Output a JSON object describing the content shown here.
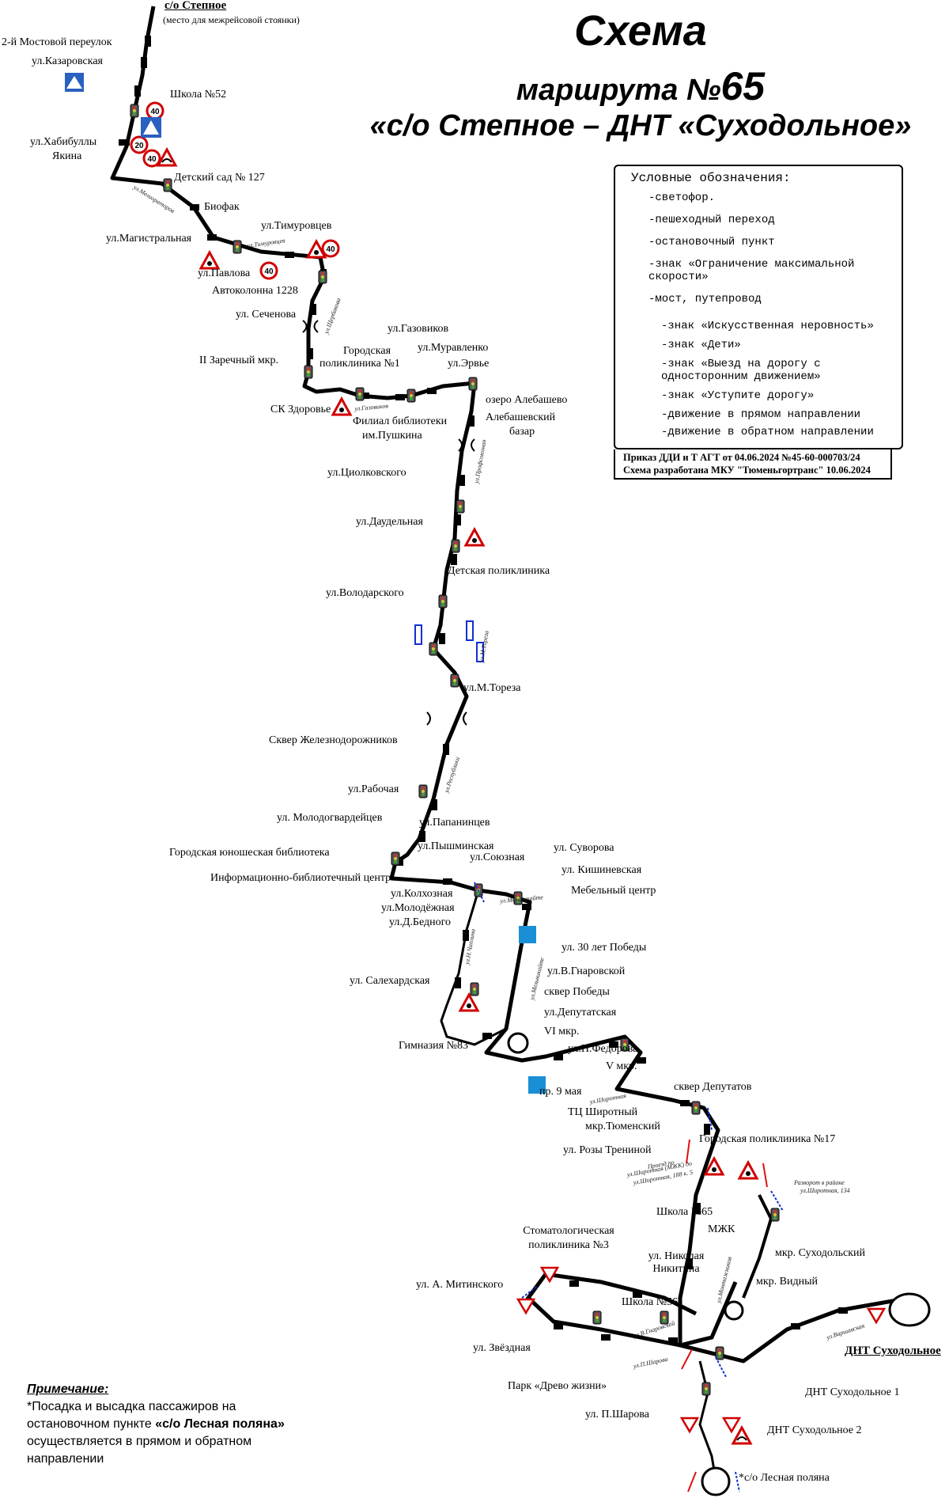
{
  "title": {
    "line1": "Схема",
    "line2_prefix": "маршрута №",
    "line2_number": "65",
    "line3": "«с/о Степное – ДНТ «Суходольное»"
  },
  "terminals": {
    "start": "с/о Степное",
    "start_note": "(место для межрейсовой стоянки)",
    "end": "ДНТ Суходольное"
  },
  "stops": [
    "2-й Мостовой переулок",
    "ул.Казаровская",
    "Школа №52",
    "ул.Хабибуллы",
    "Якина",
    "Детский сад № 127",
    "Биофак",
    "ул.Магистральная",
    "ул.Тимуровцев",
    "ул.Павлова",
    "Автоколонна 1228",
    "ул. Сеченова",
    "II Заречный мкр.",
    "Городская",
    "поликлиника №1",
    "ул.Газовиков",
    "ул.Муравленко",
    "ул.Эрвье",
    "СК Здоровье",
    "Филиал библиотеки",
    "им.Пушкина",
    "озеро Алебашево",
    "Алебашевский",
    "базар",
    "ул.Циолковского",
    "ул.Даудельная",
    "Детская поликлиника",
    "ул.Володарского",
    "ул.М.Тореза",
    "Сквер Железнодорожников",
    "ул.Рабочая",
    "ул. Молодогвардейцев",
    "ул.Папанинцев",
    "ул.Пышминская",
    "Городская юношеская библиотека",
    "Информационно-библиотечный центр",
    "ул.Союзная",
    "ул. Суворова",
    "ул. Кишиневская",
    "Мебельный центр",
    "ул.Колхозная",
    "ул.Молодёжная",
    "ул.Д.Бедного",
    "ул. 30 лет Победы",
    "ул.В.Гнаровской",
    "ул. Салехардская",
    "сквер Победы",
    "ул.Депутатская",
    "VI мкр.",
    "Гимназия №83",
    "ул.Н.Федорова",
    "V мкр.",
    "пр. 9 мая",
    "сквер Депутатов",
    "ТЦ Широтный",
    "мкр.Тюменский",
    "Городская поликлиника №17",
    "ул. Розы Трениной",
    "Школа №65",
    "МЖК",
    "мкр. Суходольский",
    "мкр. Видный",
    "Стоматологическая",
    "поликлиника №3",
    "ул. Николая",
    "Никитина",
    "ул. А. Митинского",
    "Школа №56",
    "ул. Звёздная",
    "Парк «Древо жизни»",
    "ул. П.Шарова",
    "ДНТ Суходольное 1",
    "ДНТ Суходольное 2",
    "*с/о Лесная поляна"
  ],
  "streets": [
    "ул.Мелиораторов",
    "ул.Тимуровцев",
    "ул.Щербакова",
    "ул.Газовиков",
    "ул.Профсоюзная",
    "ул.М.Тореза",
    "ул.Республики",
    "ул.Мельникайте",
    "ул.Н.Чаплина",
    "ул.Мельникайте",
    "ул.Широтная",
    "ул.Монтажников",
    "ул.В.Гнаровской",
    "ул.П.Шарова",
    "ул.Варшавская"
  ],
  "annotations": {
    "detour_1": "Проезд по",
    "detour_2": "ул.Широтная (МЖК) до",
    "detour_3": "ул.Широтная, 188 к. 5",
    "uturn_1": "Разворот в районе",
    "uturn_2": "ул.Широтная, 134"
  },
  "speed_limit": "40",
  "speed_limit_20": "20",
  "legend": {
    "heading": "Условные обозначения:",
    "items": [
      {
        "icon": "traffic-light-icon",
        "text": "-светофор."
      },
      {
        "icon": "crosswalk-icon",
        "text": "-пешеходный переход"
      },
      {
        "icon": "bus-stop-icon",
        "text": "-остановочный пункт"
      },
      {
        "icon": "speed-limit-icon",
        "text": "-знак «Ограничение максимальной скорости»"
      },
      {
        "icon": "bridge-icon",
        "text": "-мост, путепровод"
      },
      {
        "icon": "speed-bump-icon",
        "text": "-знак «Искусственная неровность»"
      },
      {
        "icon": "children-sign-icon",
        "text": "-знак «Дети»"
      },
      {
        "icon": "one-way-exit-icon",
        "text": "-знак «Выезд на дорогу с одностoронним движением»"
      },
      {
        "icon": "give-way-icon",
        "text": "-знак «Уступите дорогу»"
      },
      {
        "icon": "forward-arrow-icon",
        "text": "-движение в прямом направлении"
      },
      {
        "icon": "backward-arrow-icon",
        "text": "-движение в обратном направлении"
      }
    ]
  },
  "order": {
    "line1": "Приказ ДДИ и Т АГТ от 04.06.2024 №45-60-000703/24",
    "line2": "Схема разработана МКУ \"Тюменьгортранс\" 10.06.2024"
  },
  "note": {
    "heading": "Примечание:",
    "text_1": "*Посадка и высадка пассажиров на остановочном пункте ",
    "text_bold": "«с/о Лесная поляна»",
    "text_2": " осуществляется в прямом и обратном направлении"
  },
  "colors": {
    "route": "#000000",
    "forward": "#e01010",
    "backward": "#1030d0",
    "sign_red": "#d00000",
    "sign_blue": "#2a60c0",
    "crossing_blue": "#1a8fd6"
  }
}
